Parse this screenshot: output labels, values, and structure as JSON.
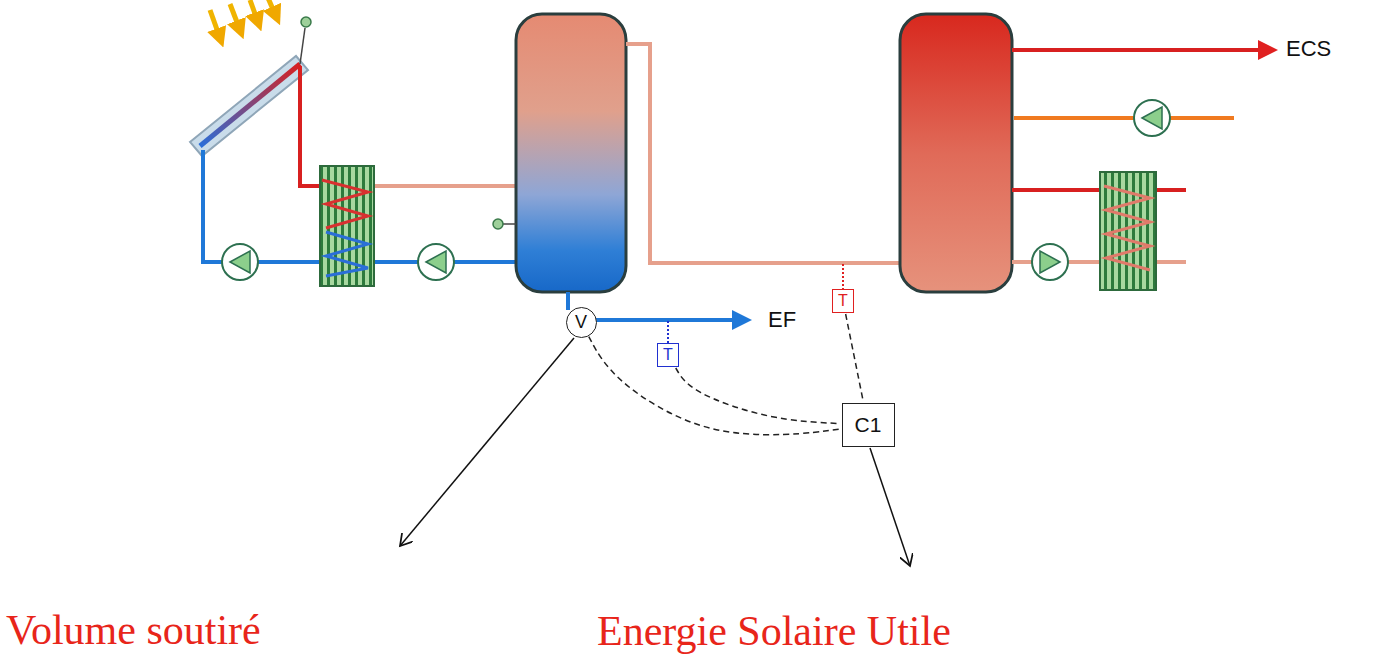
{
  "diagram": {
    "nodes": [
      {
        "text": [
          "T"
        ]
      },
      {
        "text": [
          "V"
        ]
      },
      {
        "text": [
          "T"
        ]
      },
      {
        "text": [
          "C1"
        ]
      }
    ],
    "edges": [
      {
        "from": 0,
        "to": 3,
        "arrow": "none"
      },
      {
        "from": 1,
        "to": 3,
        "arrow": "none"
      },
      {
        "from": 2,
        "to": 3,
        "arrow": "none"
      }
    ],
    "labels": [
      "ECS",
      "EF",
      "Volume soutiré",
      "Energie Solaire Utile"
    ]
  }
}
